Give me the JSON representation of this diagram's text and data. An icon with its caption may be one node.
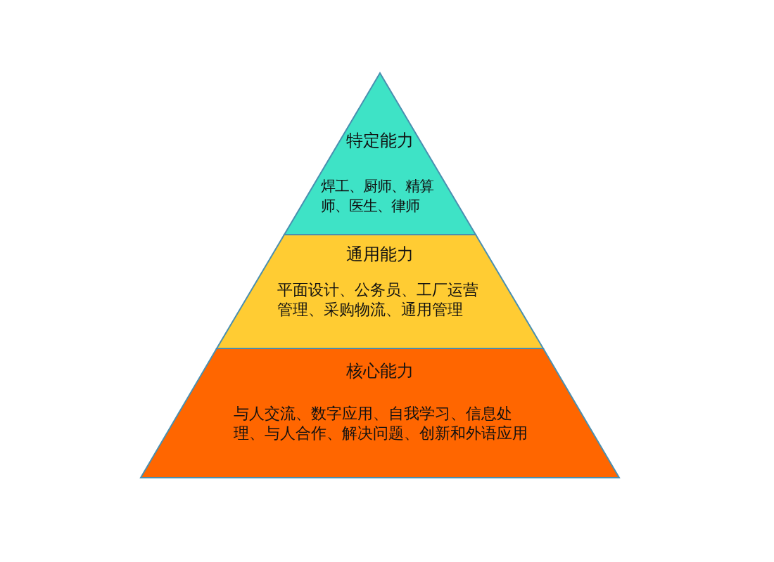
{
  "diagram": {
    "nodes": [
      {
        "text": [
          "特定能力",
          "焊工、厨师、精算师、医生、律师"
        ]
      },
      {
        "text": [
          "通用能力",
          "平面设计、公务员、工厂运营管理、采购物流、通用管理"
        ]
      },
      {
        "text": [
          "核心能力",
          "与人交流、数字应用、自我学习、信息处理、与人合作、解决问题、创新和外语应用"
        ]
      }
    ]
  }
}
